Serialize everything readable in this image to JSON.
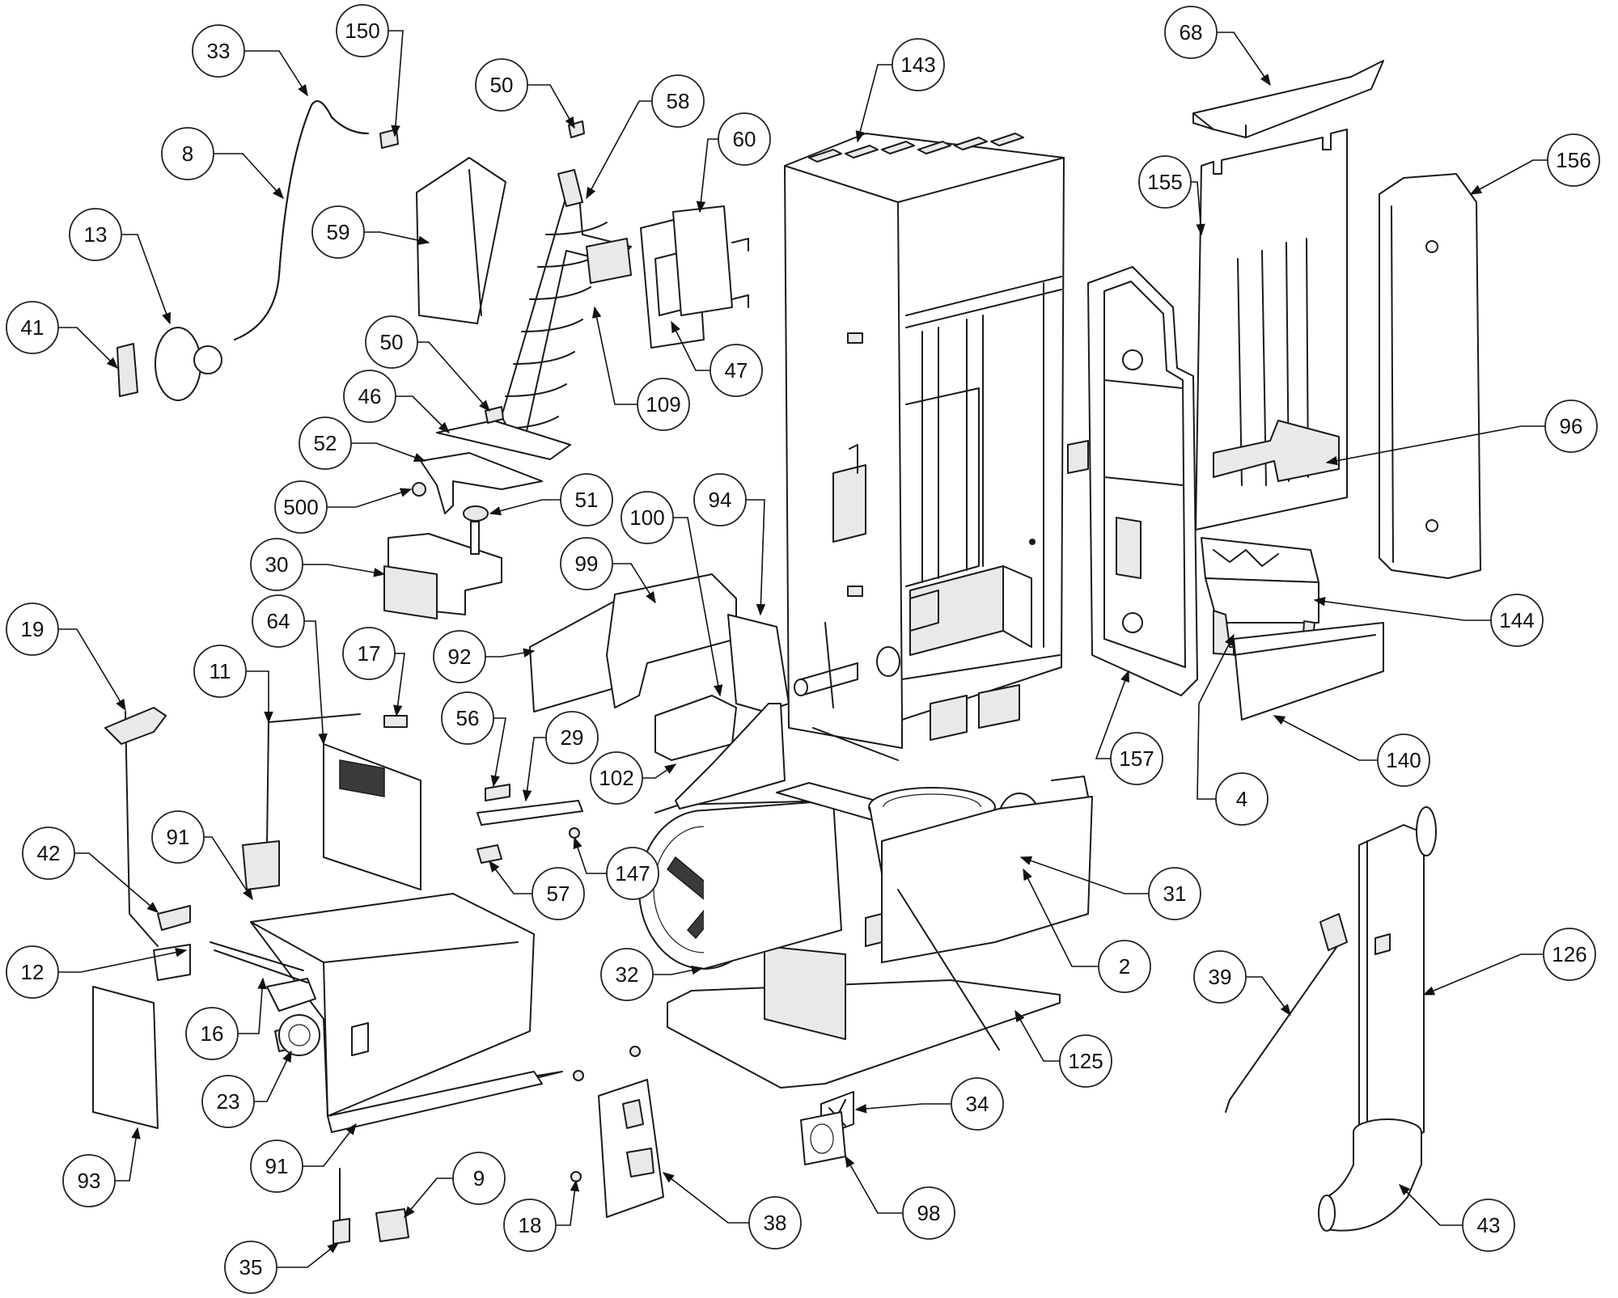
{
  "diagram": {
    "callouts": [
      {
        "id": "150",
        "label": "150"
      },
      {
        "id": "33",
        "label": "33"
      },
      {
        "id": "8",
        "label": "8"
      },
      {
        "id": "13",
        "label": "13"
      },
      {
        "id": "41",
        "label": "41"
      },
      {
        "id": "50a",
        "label": "50"
      },
      {
        "id": "58",
        "label": "58"
      },
      {
        "id": "60",
        "label": "60"
      },
      {
        "id": "59",
        "label": "59"
      },
      {
        "id": "47",
        "label": "47"
      },
      {
        "id": "50b",
        "label": "50"
      },
      {
        "id": "109",
        "label": "109"
      },
      {
        "id": "46",
        "label": "46"
      },
      {
        "id": "52",
        "label": "52"
      },
      {
        "id": "500",
        "label": "500"
      },
      {
        "id": "51",
        "label": "51"
      },
      {
        "id": "30",
        "label": "30"
      },
      {
        "id": "143",
        "label": "143"
      },
      {
        "id": "68",
        "label": "68"
      },
      {
        "id": "155",
        "label": "155"
      },
      {
        "id": "156",
        "label": "156"
      },
      {
        "id": "96",
        "label": "96"
      },
      {
        "id": "144",
        "label": "144"
      },
      {
        "id": "140",
        "label": "140"
      },
      {
        "id": "157",
        "label": "157"
      },
      {
        "id": "4",
        "label": "4"
      },
      {
        "id": "100",
        "label": "100"
      },
      {
        "id": "94",
        "label": "94"
      },
      {
        "id": "99",
        "label": "99"
      },
      {
        "id": "92",
        "label": "92"
      },
      {
        "id": "19",
        "label": "19"
      },
      {
        "id": "64",
        "label": "64"
      },
      {
        "id": "11",
        "label": "11"
      },
      {
        "id": "17",
        "label": "17"
      },
      {
        "id": "56",
        "label": "56"
      },
      {
        "id": "29",
        "label": "29"
      },
      {
        "id": "102",
        "label": "102"
      },
      {
        "id": "91a",
        "label": "91"
      },
      {
        "id": "42",
        "label": "42"
      },
      {
        "id": "147",
        "label": "147"
      },
      {
        "id": "57",
        "label": "57"
      },
      {
        "id": "31",
        "label": "31"
      },
      {
        "id": "12",
        "label": "12"
      },
      {
        "id": "2",
        "label": "2"
      },
      {
        "id": "32",
        "label": "32"
      },
      {
        "id": "126",
        "label": "126"
      },
      {
        "id": "39",
        "label": "39"
      },
      {
        "id": "16",
        "label": "16"
      },
      {
        "id": "125",
        "label": "125"
      },
      {
        "id": "23",
        "label": "23"
      },
      {
        "id": "34",
        "label": "34"
      },
      {
        "id": "93",
        "label": "93"
      },
      {
        "id": "91b",
        "label": "91"
      },
      {
        "id": "9",
        "label": "9"
      },
      {
        "id": "98",
        "label": "98"
      },
      {
        "id": "18",
        "label": "18"
      },
      {
        "id": "38",
        "label": "38"
      },
      {
        "id": "43",
        "label": "43"
      },
      {
        "id": "35",
        "label": "35"
      }
    ]
  }
}
